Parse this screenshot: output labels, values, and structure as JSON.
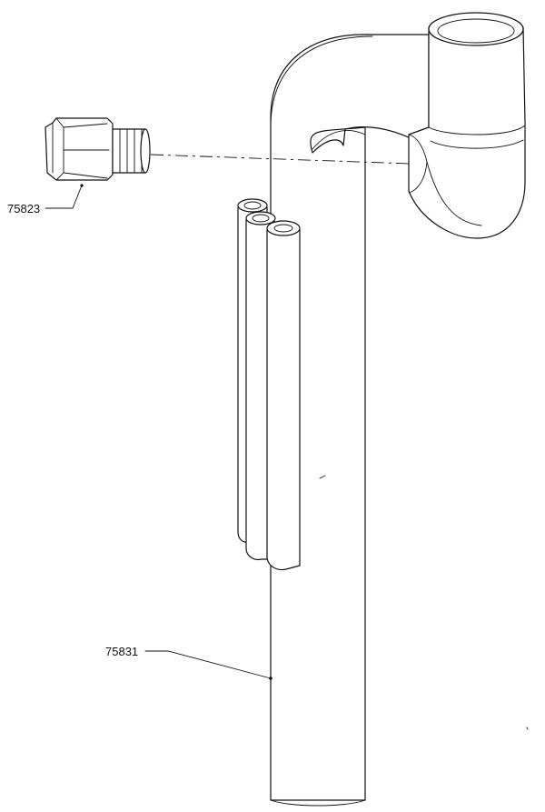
{
  "diagram": {
    "callouts": [
      {
        "id": "fitting",
        "part_number": "75823"
      },
      {
        "id": "drain-pipe",
        "part_number": "75831"
      }
    ]
  }
}
